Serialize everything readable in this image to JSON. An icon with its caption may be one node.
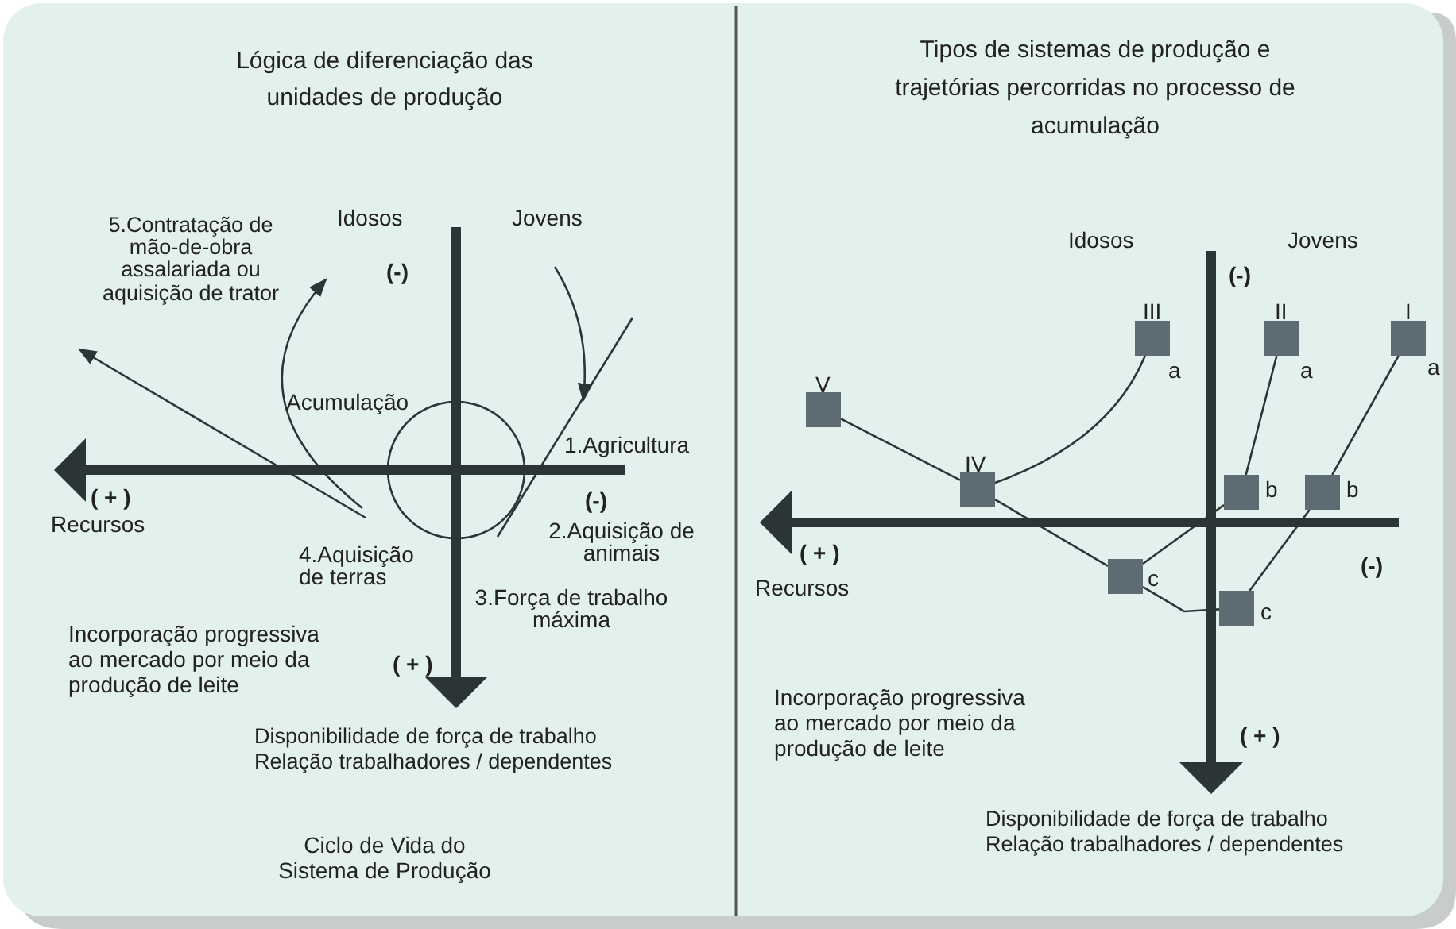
{
  "diagram": {
    "nodes": [
      {
        "text": [],
        "shape": "box",
        "beside": [
          "III",
          "a"
        ]
      },
      {
        "text": [],
        "shape": "box",
        "beside": [
          "II",
          "a"
        ]
      },
      {
        "text": [],
        "shape": "box",
        "beside": [
          "I",
          "a"
        ]
      },
      {
        "text": [],
        "shape": "box",
        "beside": [
          "V"
        ]
      },
      {
        "text": [],
        "shape": "box",
        "beside": [
          "IV"
        ]
      },
      {
        "text": [],
        "shape": "box",
        "beside": [
          "b"
        ]
      },
      {
        "text": [],
        "shape": "box",
        "beside": [
          "b"
        ]
      },
      {
        "text": [],
        "shape": "box",
        "beside": [
          "c"
        ]
      },
      {
        "text": [],
        "shape": "box",
        "beside": [
          "c"
        ]
      }
    ],
    "edges": [
      {
        "from": 0,
        "to": 4,
        "arrow": "none"
      },
      {
        "from": 3,
        "to": 4,
        "arrow": "none"
      },
      {
        "from": 1,
        "to": 5,
        "arrow": "none"
      },
      {
        "from": 2,
        "to": 6,
        "arrow": "none"
      },
      {
        "from": 4,
        "to": 7,
        "arrow": "none"
      },
      {
        "from": 7,
        "to": 5,
        "arrow": "none"
      },
      {
        "from": 6,
        "to": 8,
        "arrow": "none"
      },
      {
        "from": 7,
        "to": 8,
        "arrow": "none"
      }
    ],
    "labels": [
      "Lógica de diferenciação das unidades de produção",
      "Tipos de sistemas de produção e trajetórias percorridas no processo de acumulação",
      "5.Contratação de mão-de-obra assalariada ou aquisição de trator",
      "Idosos",
      "Jovens",
      "(-)",
      "Acumulação",
      "1.Agricultura",
      "( + )",
      "(-)",
      "Recursos",
      "2.Aquisição de animais",
      "4.Aquisição de terras",
      "Incorporação progressiva ao mercado por meio da produção de leite",
      "3.Força de trabalho máxima",
      "( + )",
      "Disponibilidade de força de trabalho Relação trabalhadores / dependentes",
      "Ciclo de Vida do Sistema de Produção",
      "Idosos",
      "Jovens",
      "(-)",
      "( + )",
      "(-)",
      "Recursos",
      "Incorporação progressiva ao mercado por meio da produção de leite",
      "( + )",
      "Disponibilidade de força de trabalho Relação trabalhadores / dependentes"
    ]
  }
}
